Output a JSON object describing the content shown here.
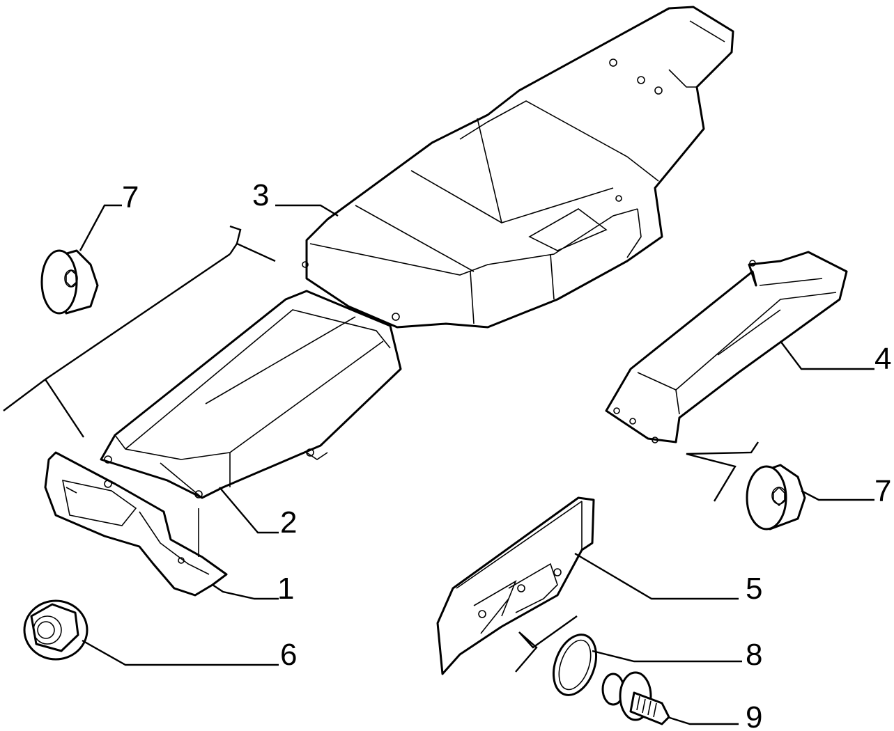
{
  "diagram": {
    "callouts": [
      {
        "id": "1",
        "text": "1"
      },
      {
        "id": "2",
        "text": "2"
      },
      {
        "id": "3",
        "text": "3"
      },
      {
        "id": "4",
        "text": "4"
      },
      {
        "id": "5",
        "text": "5"
      },
      {
        "id": "6",
        "text": "6"
      },
      {
        "id": "7a",
        "text": "7"
      },
      {
        "id": "7b",
        "text": "7"
      },
      {
        "id": "8",
        "text": "8"
      },
      {
        "id": "9",
        "text": "9"
      }
    ],
    "line_color": "#000000",
    "background": "#ffffff"
  }
}
